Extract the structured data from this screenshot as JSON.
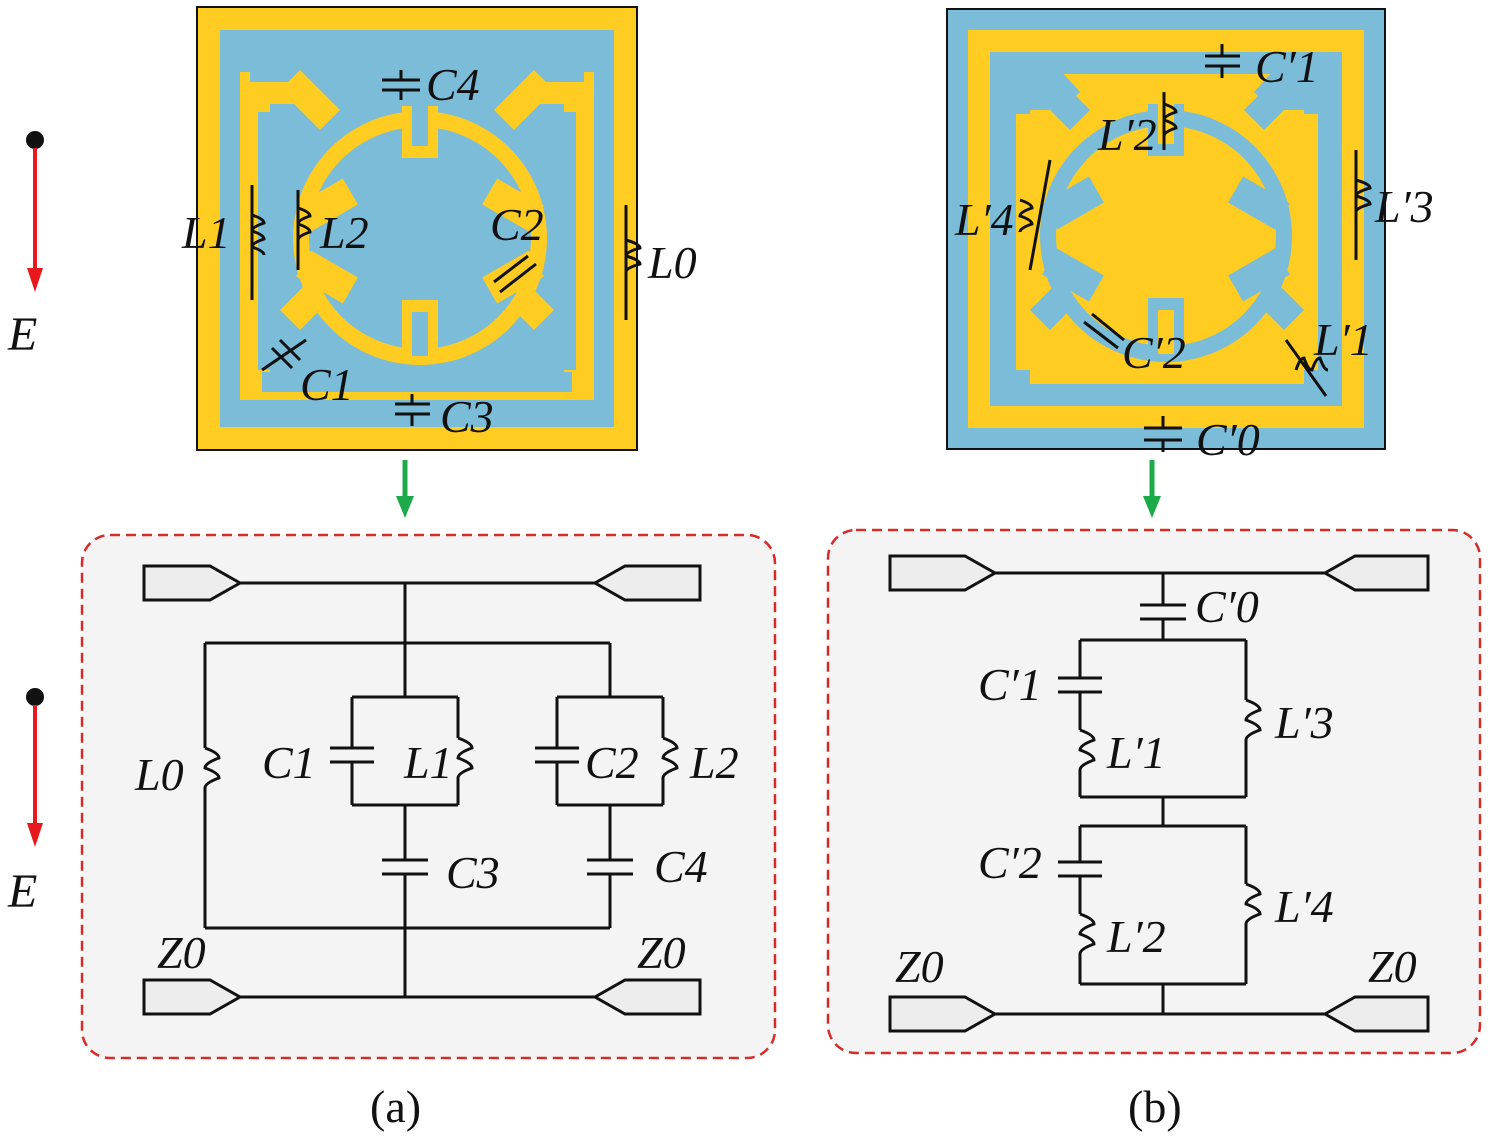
{
  "field_label": "E",
  "panel_a": {
    "caption": "(a)",
    "layout_labels": {
      "c4": "C4",
      "l1": "L1",
      "l2": "L2",
      "c2": "C2",
      "l0": "L0",
      "c1": "C1",
      "c3": "C3"
    },
    "circuit_labels": {
      "l0": "L0",
      "c1": "C1",
      "l1": "L1",
      "c2": "C2",
      "l2": "L2",
      "c3": "C3",
      "c4": "C4",
      "z0_left": "Z0",
      "z0_right": "Z0"
    }
  },
  "panel_b": {
    "caption": "(b)",
    "layout_labels": {
      "c1": "C′1",
      "l2": "L′2",
      "l3": "L′3",
      "l4": "L′4",
      "c2": "C′2",
      "l1": "L′1",
      "c0": "C′0"
    },
    "circuit_labels": {
      "c0": "C′0",
      "c1": "C′1",
      "l1": "L′1",
      "l3": "L′3",
      "c2": "C′2",
      "l2": "L′2",
      "l4": "L′4",
      "z0_left": "Z0",
      "z0_right": "Z0"
    }
  },
  "colors": {
    "gold": "#FFCC22",
    "blue": "#7BBCD8",
    "arrow_red": "#E8191C",
    "arrow_green": "#1DAA4B",
    "box_border": "#D62B2B",
    "box_fill": "#F4F4F4",
    "port_fill": "#EDEDED"
  }
}
